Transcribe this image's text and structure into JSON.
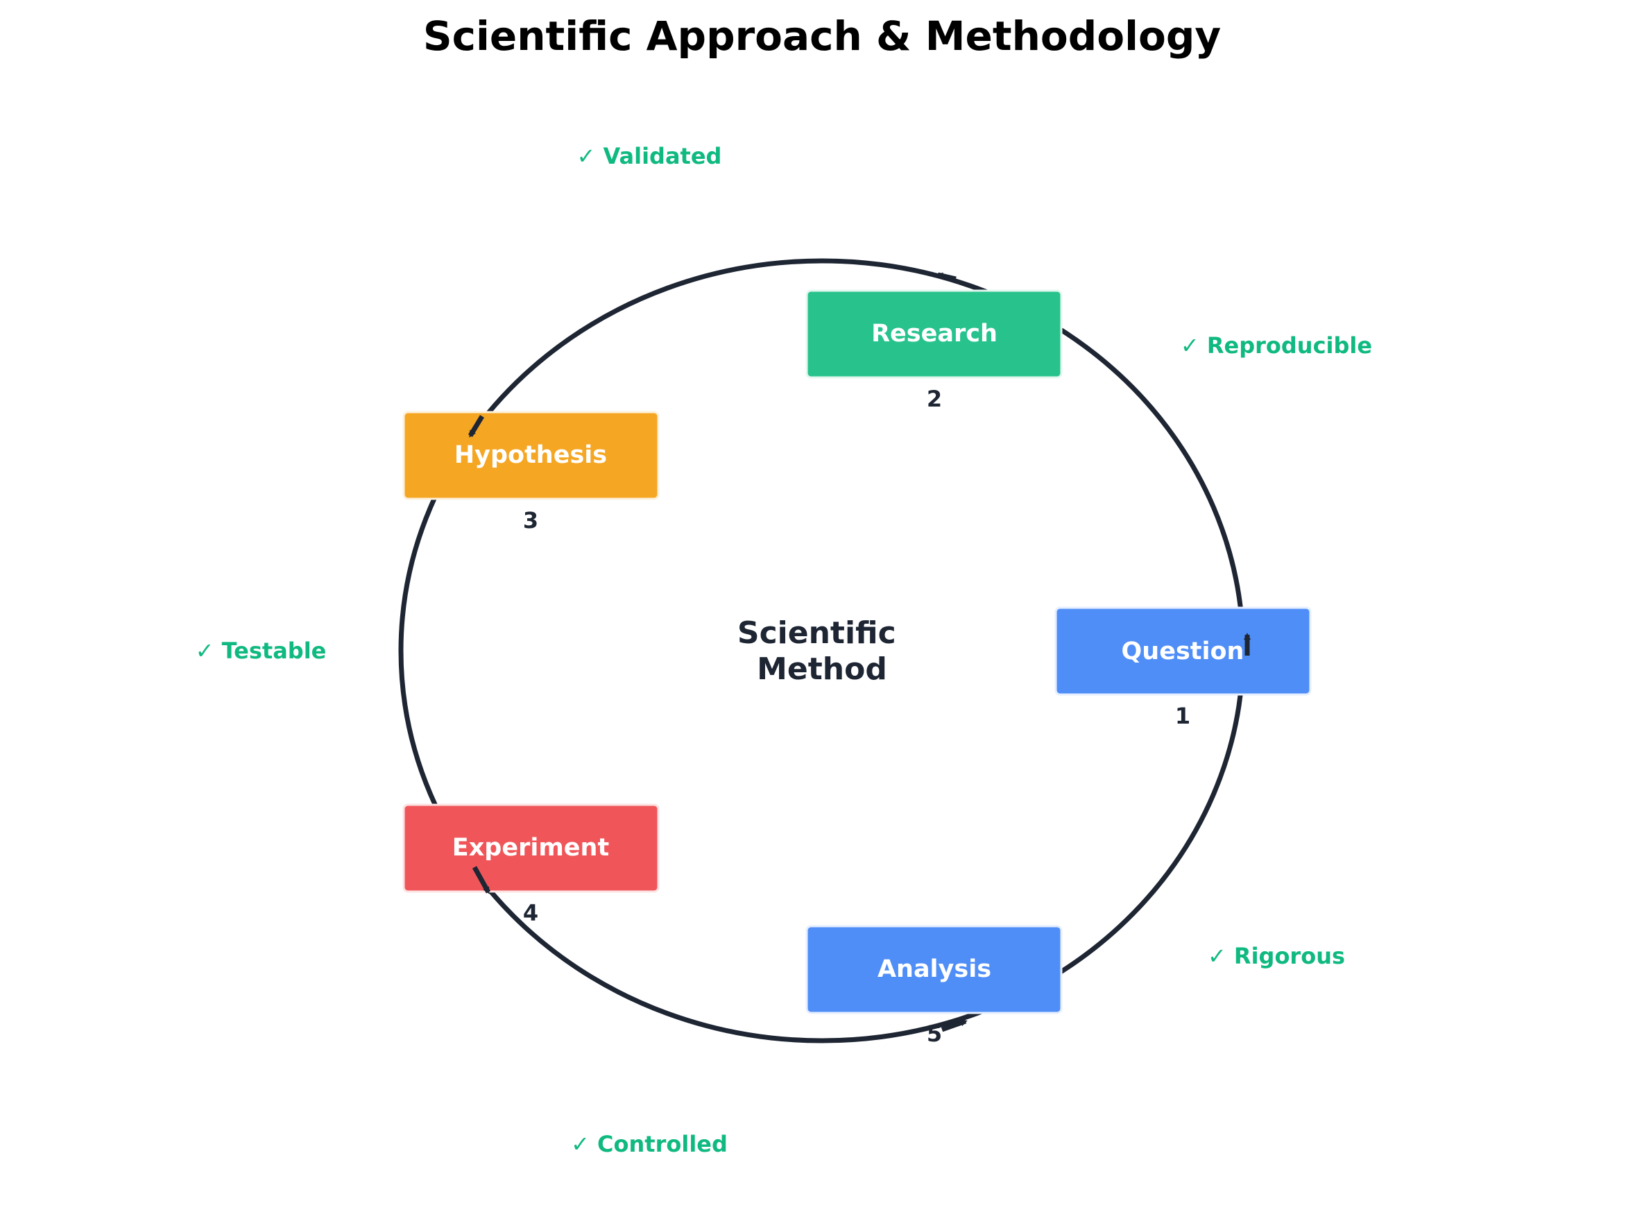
{
  "title": "Scientific Approach & Methodology",
  "center_label": [
    "Scientific",
    "Method"
  ],
  "colors": {
    "text_dark": "#1e2533",
    "ring": "#1e2533",
    "check_green": "#10b981",
    "blue": "#4f8ef7",
    "green": "#28c38d",
    "orange": "#f5a623",
    "red": "#f05659",
    "white": "#ffffff"
  },
  "steps": [
    {
      "label": "Question",
      "number": "1",
      "color": "#4f8ef7"
    },
    {
      "label": "Research",
      "number": "2",
      "color": "#28c38d"
    },
    {
      "label": "Hypothesis",
      "number": "3",
      "color": "#f5a623"
    },
    {
      "label": "Experiment",
      "number": "4",
      "color": "#f05659"
    },
    {
      "label": "Analysis",
      "number": "5",
      "color": "#4f8ef7"
    }
  ],
  "qualities": [
    {
      "label": "✓ Validated"
    },
    {
      "label": "✓ Reproducible"
    },
    {
      "label": "✓ Testable"
    },
    {
      "label": "✓ Rigorous"
    },
    {
      "label": "✓ Controlled"
    }
  ]
}
